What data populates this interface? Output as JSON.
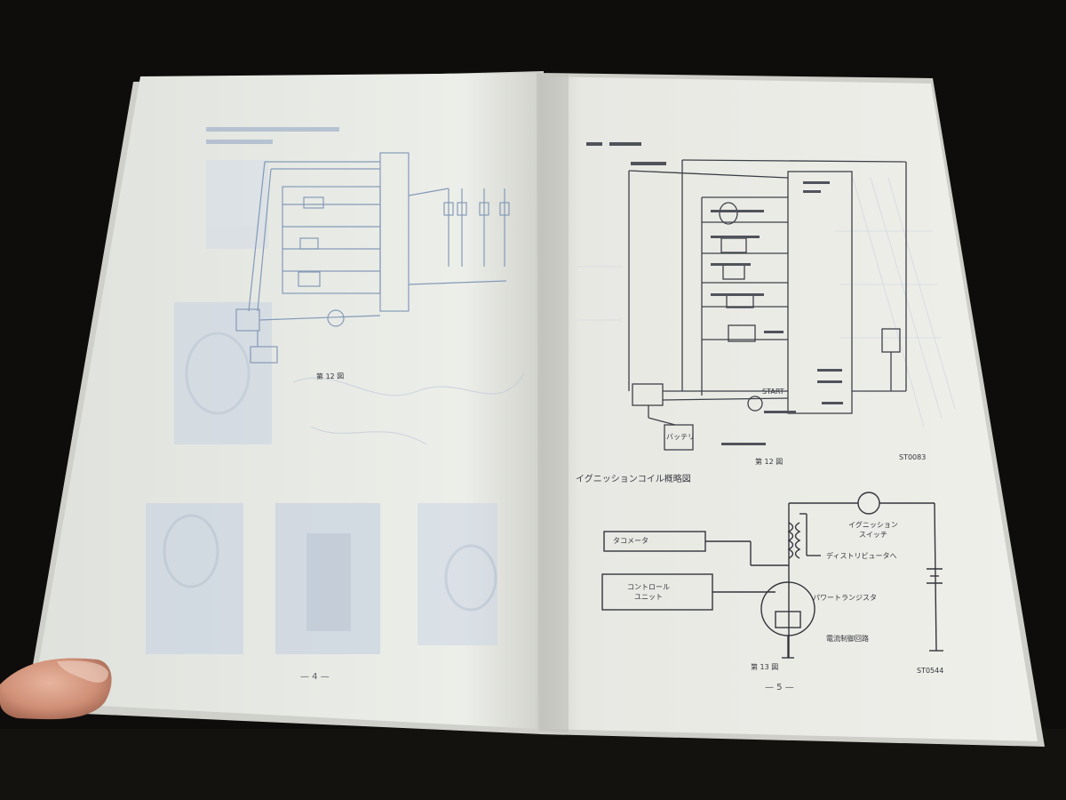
{
  "left_page": {
    "figure_number": "第 12 図",
    "page_number": "— 4 —"
  },
  "right_page": {
    "section_heading": "イグニッションコイル概略図",
    "upper_figure_number": "第 12 図",
    "upper_code": "ST0083",
    "lower_figure_number": "第 13 図",
    "lower_code": "ST0544",
    "page_number": "— 5 —",
    "labels": {
      "tachometer": "タコメータ",
      "control_unit": "コントロール\nユニット",
      "ignition_switch": "イグニッション\nスイッチ",
      "distributor": "ディストリビュータへ",
      "power_transistor": "パワートランジスタ",
      "current_control": "電流制御回路",
      "start": "START",
      "battery": "バッテリ"
    }
  },
  "colors": {
    "background": "#0e0d0b",
    "paper_left": "#e9ebe6",
    "paper_right": "#ecece7",
    "faded_print": "#b5c3d6",
    "ink": "#2e3036"
  }
}
